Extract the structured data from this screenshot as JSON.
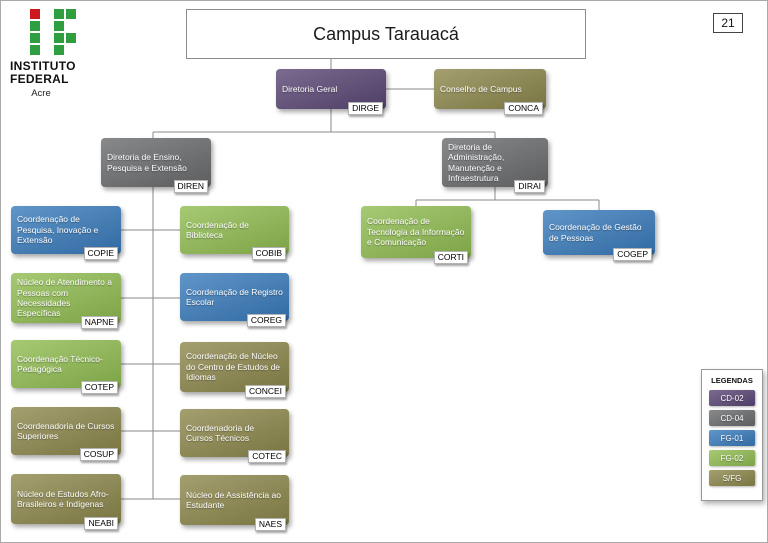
{
  "page": {
    "number": "21",
    "title": "Campus Tarauacá"
  },
  "logo": {
    "line1": "INSTITUTO",
    "line2": "FEDERAL",
    "line3": "Acre"
  },
  "colors": {
    "purple": "#5E4B78",
    "gray": "#6E6F71",
    "blue": "#3D7EBD",
    "green": "#93BE55",
    "olive": "#8F8A50"
  },
  "nodes": [
    {
      "label": "Diretoria Geral",
      "tag": "DIRGE",
      "color": "purple"
    },
    {
      "label": "Conselho de Campus",
      "tag": "CONCA",
      "color": "olive"
    },
    {
      "label": "Diretoria de Ensino, Pesquisa e Extensão",
      "tag": "DIREN",
      "color": "gray"
    },
    {
      "label": "Diretoria de Administração, Manutenção e Infraestrutura",
      "tag": "DIRAI",
      "color": "gray"
    },
    {
      "label": "Coordenação de Pesquisa, Inovação e Extensão",
      "tag": "COPIE",
      "color": "blue"
    },
    {
      "label": "Coordenação de Biblioteca",
      "tag": "COBIB",
      "color": "green"
    },
    {
      "label": "Coordenação de Tecnologia da Informação e Comunicação",
      "tag": "CORTI",
      "color": "green"
    },
    {
      "label": "Coordenação de Gestão de Pessoas",
      "tag": "COGEP",
      "color": "blue"
    },
    {
      "label": "Núcleo de Atendimento a Pessoas com Necessidades Específicas",
      "tag": "NAPNE",
      "color": "green"
    },
    {
      "label": "Coordenação de Registro Escolar",
      "tag": "COREG",
      "color": "blue"
    },
    {
      "label": "Coordenação Técnico-Pedagógica",
      "tag": "COTEP",
      "color": "green"
    },
    {
      "label": "Coordenação de Núcleo do Centro de Estudos de Idiomas",
      "tag": "CONCEI",
      "color": "olive"
    },
    {
      "label": "Coordenadoria de Cursos Superiores",
      "tag": "COSUP",
      "color": "olive"
    },
    {
      "label": "Coordenadoria de Cursos Técnicos",
      "tag": "COTEC",
      "color": "olive"
    },
    {
      "label": "Núcleo de Estudos Afro-Brasileiros e Indígenas",
      "tag": "NEABI",
      "color": "olive"
    },
    {
      "label": "Núcleo de Assistência ao Estudante",
      "tag": "NAES",
      "color": "olive"
    }
  ],
  "legend": {
    "title": "LEGENDAS",
    "items": [
      {
        "label": "CD-02",
        "color": "purple"
      },
      {
        "label": "CD-04",
        "color": "gray"
      },
      {
        "label": "FG-01",
        "color": "blue"
      },
      {
        "label": "FG-02",
        "color": "green"
      },
      {
        "label": "S/FG",
        "color": "olive"
      }
    ]
  }
}
